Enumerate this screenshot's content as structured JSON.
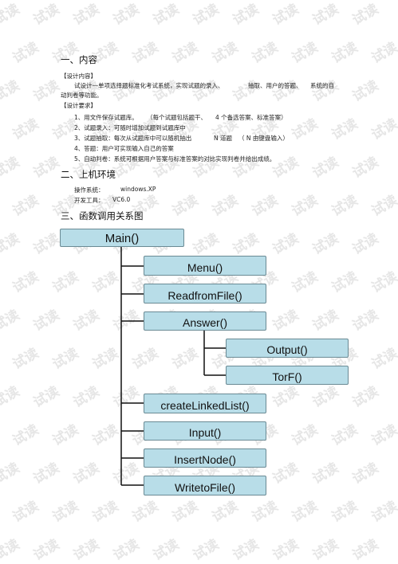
{
  "watermark": "试读",
  "sections": {
    "one": {
      "title": "一、内容",
      "design_tag": "【设计内容】",
      "design_text_1": "试设计一单项选择题标准化考试系统，实现试题的录入、",
      "design_text_1b": "抽取、用户的答题、",
      "design_text_1c": "系统的自",
      "design_text_2": "动判卷等功能。",
      "req_tag": "【设计要求】",
      "req_1a": "1、用文件保存试题库。",
      "req_1b": "（每个试题包括题干、",
      "req_1c": "4 个备选答案、标准答案）",
      "req_2": "2、试题录入：可随时增加试题到试题库中",
      "req_3a": "3、试题抽取：每次从试题库中可以随机抽出",
      "req_3b": "N 道题",
      "req_3c": "（ N 由键盘输入）",
      "req_4": "4、答题：用户可实现输入自己的答案",
      "req_5": "5、自动判卷：系统可根据用户答案与标准答案的对比实现判卷并给出成绩。"
    },
    "two": {
      "title": "二、上机环境",
      "os_label": "操作系统：",
      "os_value": "windows.XP",
      "tool_label": "开发工具：",
      "tool_value": "VC6.0"
    },
    "three": {
      "title": "三、函数调用关系图"
    }
  },
  "diagram": {
    "root": "Main()",
    "menu": "Menu()",
    "readfromfile": "ReadfromFile()",
    "answer": "Answer()",
    "output": "Output()",
    "torf": "TorF()",
    "createlinkedlist": "createLinkedList()",
    "input": "Input()",
    "insertnode": "InsertNode()",
    "writetofile": "WritetoFile()"
  },
  "colors": {
    "node_fill": "#b8dde8",
    "node_border": "#6a8a94",
    "connector": "#111111"
  }
}
